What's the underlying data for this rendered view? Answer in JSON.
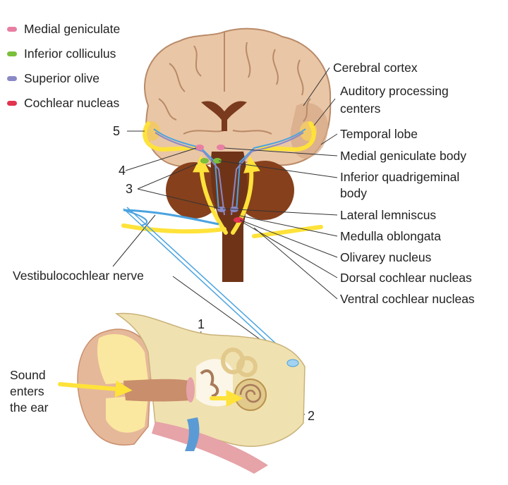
{
  "legend": [
    {
      "label": "Medial geniculate",
      "color": "#e87fa3"
    },
    {
      "label": "Inferior colliculus",
      "color": "#7bbf3b"
    },
    {
      "label": "Superior olive",
      "color": "#8b88c6"
    },
    {
      "label": "Cochlear nucleas",
      "color": "#e2334f"
    }
  ],
  "labels": {
    "cerebral_cortex": "Cerebral cortex",
    "auditory_processing_1": "Auditory processing",
    "auditory_processing_2": "centers",
    "temporal_lobe": "Temporal lobe",
    "medial_geniculate_body": "Medial geniculate body",
    "inferior_quadrigeminal_1": "Inferior quadrigeminal",
    "inferior_quadrigeminal_2": "body",
    "lateral_lemniscus": "Lateral lemniscus",
    "medulla_oblongata": "Medulla oblongata",
    "olivarey_nucleus": "Olivarey nucleus",
    "dorsal_cochlear_nucleas": "Dorsal cochlear nucleas",
    "ventral_cochlear_nucleas": "Ventral cochlear nucleas",
    "vestibulocochlear_nerve": "Vestibulocochlear nerve",
    "sound_1": "Sound",
    "sound_2": "enters",
    "sound_3": "the ear"
  },
  "numbers": {
    "n1": "1",
    "n2": "2",
    "n3": "3",
    "n4": "4",
    "n5": "5"
  },
  "colors": {
    "cortex": "#e9c6a6",
    "cortex_shade": "#d6a886",
    "brainstem": "#7a3a1e",
    "cerebellum": "#86401c",
    "auditory_center": "#f2c96a",
    "pathway": "#ffe23a",
    "nerve": "#4aa3e0",
    "ear_skin": "#e6b89a",
    "ear_canal": "#c98e6c",
    "bone": "#f0e1b0",
    "fat": "#fbe8a0"
  }
}
